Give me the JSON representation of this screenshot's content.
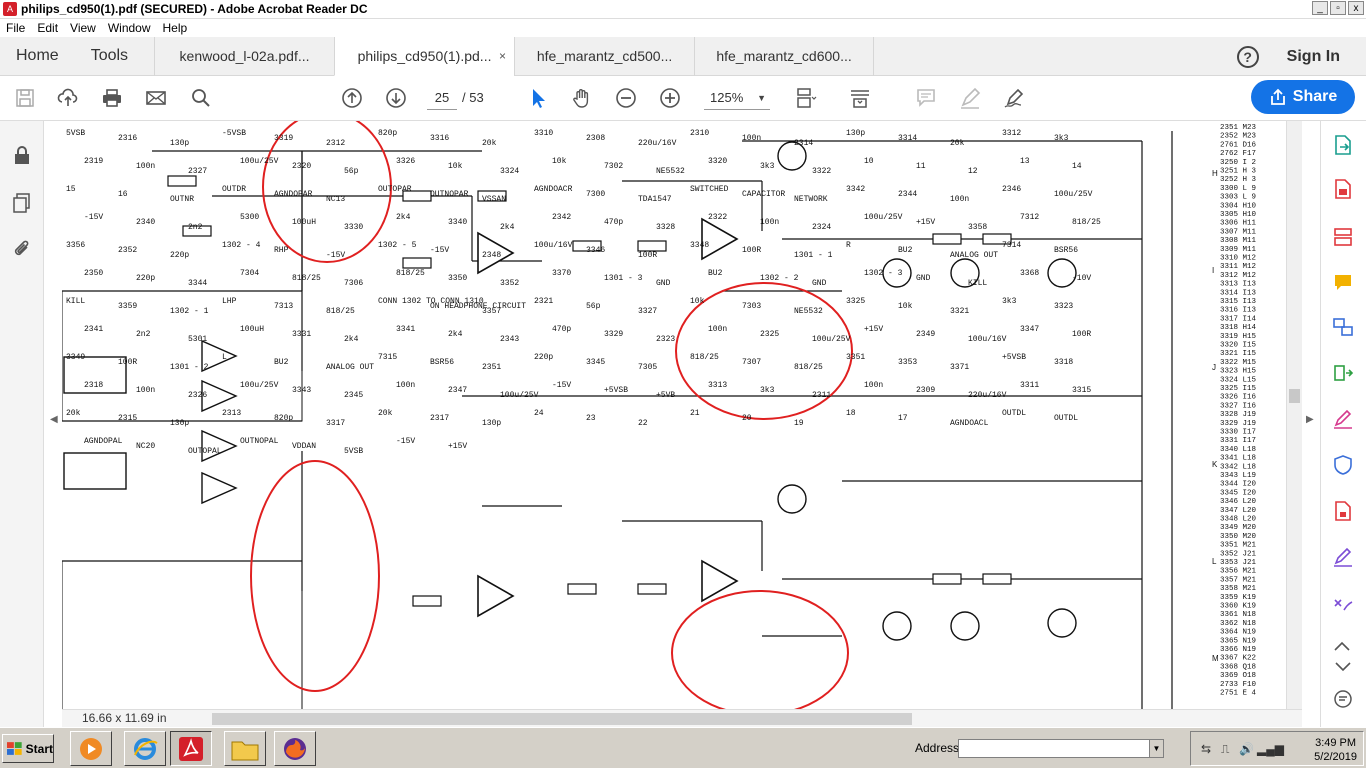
{
  "window": {
    "title": "philips_cd950(1).pdf (SECURED) - Adobe Acrobat Reader DC",
    "controls": [
      "_",
      "▫",
      "x"
    ]
  },
  "menu": [
    "File",
    "Edit",
    "View",
    "Window",
    "Help"
  ],
  "tabs": {
    "home": "Home",
    "tools": "Tools",
    "documents": [
      {
        "label": "kenwood_l-02a.pdf...",
        "active": false
      },
      {
        "label": "philips_cd950(1).pd...",
        "active": true
      },
      {
        "label": "hfe_marantz_cd500...",
        "active": false
      },
      {
        "label": "hfe_marantz_cd600...",
        "active": false
      }
    ],
    "close_glyph": "×",
    "help_glyph": "?",
    "sign_in": "Sign In"
  },
  "toolbar": {
    "page_current": "25",
    "page_total": "/ 53",
    "zoom": "125%",
    "zoom_caret": "▼",
    "share_label": "Share"
  },
  "statusbar": {
    "page_size": "16.66 x 11.69 in"
  },
  "schematic": {
    "labels": [
      "5VSB",
      "2316",
      "130p",
      "-5VSB",
      "3319",
      "2312",
      "820p",
      "3316",
      "20k",
      "3310",
      "2308",
      "220u/16V",
      "2310",
      "100n",
      "2314",
      "130p",
      "3314",
      "20k",
      "3312",
      "3k3",
      "2319",
      "100n",
      "2327",
      "100u/25V",
      "2320",
      "56p",
      "3326",
      "10k",
      "3324",
      "10k",
      "7302",
      "NE5532",
      "3320",
      "3k3",
      "3322",
      "10",
      "11",
      "12",
      "13",
      "14",
      "15",
      "16",
      "OUTNR",
      "OUTDR",
      "AGNDOPAR",
      "NC13",
      "OUTOPAR",
      "OUTNOPAR",
      "VSSAN",
      "AGNDOACR",
      "7300",
      "TDA1547",
      "SWITCHED",
      "CAPACITOR",
      "NETWORK",
      "3342",
      "2344",
      "100n",
      "2346",
      "100u/25V",
      "-15V",
      "2340",
      "2n2",
      "5300",
      "100uH",
      "3330",
      "2k4",
      "3340",
      "2k4",
      "2342",
      "470p",
      "3328",
      "2322",
      "100n",
      "2324",
      "100u/25V",
      "+15V",
      "3358",
      "7312",
      "818/25",
      "3356",
      "2352",
      "220p",
      "1302 - 4",
      "RHP",
      "-15V",
      "1302 - 5",
      "-15V",
      "2348",
      "100u/16V",
      "3346",
      "100R",
      "3348",
      "100R",
      "1301 - 1",
      "R",
      "BU2",
      "ANALOG OUT",
      "7314",
      "BSR56",
      "2350",
      "220p",
      "3344",
      "7304",
      "818/25",
      "7306",
      "818/25",
      "3350",
      "3352",
      "3370",
      "1301 - 3",
      "GND",
      "BU2",
      "1302 - 2",
      "GND",
      "1302 - 3",
      "GND",
      "KILL",
      "3368",
      "-10V",
      "KILL",
      "3359",
      "1302 - 1",
      "LHP",
      "7313",
      "818/25",
      "CONN 1302 TO CONN 1310",
      "ON HEADPHONE CIRCUIT",
      "3357",
      "2321",
      "56p",
      "3327",
      "10k",
      "7303",
      "NE5532",
      "3325",
      "10k",
      "3321",
      "3k3",
      "3323",
      "2341",
      "2n2",
      "5301",
      "100uH",
      "3331",
      "2k4",
      "3341",
      "2k4",
      "2343",
      "470p",
      "3329",
      "2323",
      "100n",
      "2325",
      "100u/25V",
      "+15V",
      "2349",
      "100u/16V",
      "3347",
      "100R",
      "3349",
      "100R",
      "1301 - 2",
      "L",
      "BU2",
      "ANALOG OUT",
      "7315",
      "BSR56",
      "2351",
      "220p",
      "3345",
      "7305",
      "818/25",
      "7307",
      "818/25",
      "3351",
      "3353",
      "3371",
      "+5VSB",
      "3318",
      "2318",
      "100n",
      "2326",
      "100u/25V",
      "3343",
      "2345",
      "100n",
      "2347",
      "100u/25V",
      "-15V",
      "+5VSB",
      "+5VB",
      "3313",
      "3k3",
      "2311",
      "100n",
      "2309",
      "220u/16V",
      "3311",
      "3315",
      "20k",
      "2315",
      "130p",
      "2313",
      "820p",
      "3317",
      "20k",
      "2317",
      "130p",
      "24",
      "23",
      "22",
      "21",
      "20",
      "19",
      "18",
      "17",
      "AGNDOACL",
      "OUTDL",
      "OUTDL",
      "AGNDOPAL",
      "NC20",
      "OUTOPAL",
      "OUTNOPAL",
      "VDDAN",
      "5VSB",
      "-15V",
      "+15V"
    ],
    "parts_list": [
      "2351 M23",
      "2352 M23",
      "2761 D16",
      "2762 F17",
      "3250 I 2",
      "3251 H 3",
      "3252 H 3",
      "3300 L 9",
      "3303 L 9",
      "3304 H10",
      "3305 H10",
      "3306 H11",
      "3307 M11",
      "3308 M11",
      "3309 M11",
      "3310 M12",
      "3311 M12",
      "3312 M12",
      "3313 I13",
      "3314 I13",
      "3315 I13",
      "3316 I13",
      "3317 I14",
      "3318 H14",
      "3319 H15",
      "3320 I15",
      "3321 I15",
      "3322 M15",
      "3323 H15",
      "3324 L15",
      "3325 I15",
      "3326 I16",
      "3327 I16",
      "3328 J19",
      "3329 J19",
      "3330 I17",
      "3331 I17",
      "3340 L18",
      "3341 L18",
      "3342 L18",
      "3343 L19",
      "3344 I20",
      "3345 I20",
      "3346 L20",
      "3347 L20",
      "3348 L20",
      "3349 M20",
      "3350 M20",
      "3351 M21",
      "3352 J21",
      "3353 J21",
      "3356 M21",
      "3357 M21",
      "3358 M21",
      "3359 K19",
      "3360 K19",
      "3361 N18",
      "3362 N18",
      "3364 N19",
      "3365 N19",
      "3366 N19",
      "3367 K22",
      "3368 Q18",
      "3369 O18",
      "2733 F10",
      "2751 E 4"
    ],
    "grid_letters": [
      "H",
      "I",
      "J",
      "K",
      "L",
      "M"
    ]
  }
}
